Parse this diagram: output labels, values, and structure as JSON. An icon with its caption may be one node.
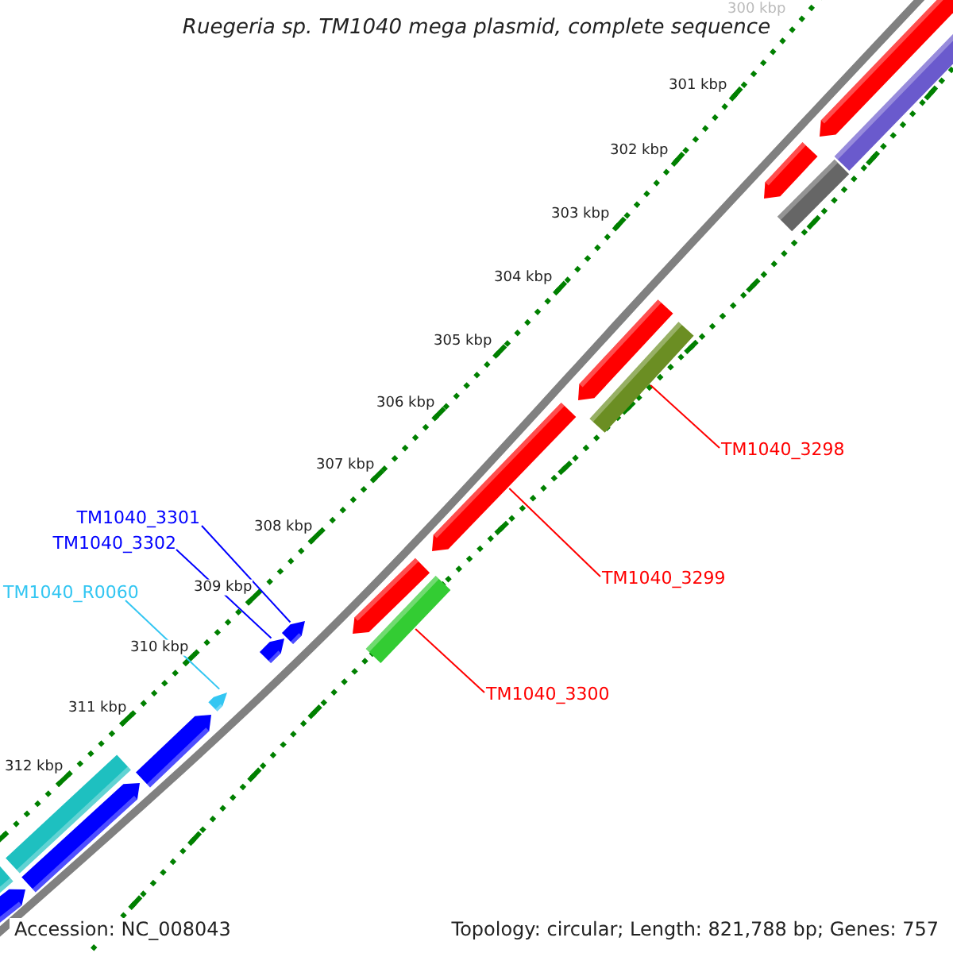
{
  "diagram": {
    "title": "Ruegeria sp. TM1040 mega plasmid, complete sequence",
    "nodes": [
      {
        "text": [
          "TM1040_3298"
        ]
      },
      {
        "text": [
          "TM1040_3301"
        ]
      },
      {
        "text": [
          "TM1040_3302"
        ]
      },
      {
        "text": [
          "TM1040_3299"
        ]
      },
      {
        "text": [
          "TM1040_R0060"
        ]
      },
      {
        "text": [
          "TM1040_3300"
        ]
      },
      {
        "text": [],
        "shape": "bar"
      },
      {
        "text": [],
        "shape": "bar"
      },
      {
        "text": [],
        "shape": "bar"
      },
      {
        "text": [],
        "shape": "bar"
      },
      {
        "text": [],
        "shape": "bar"
      },
      {
        "text": [],
        "shape": "bar"
      }
    ],
    "edges": [
      {
        "from": 0,
        "to": 6,
        "arrow": "none"
      },
      {
        "from": 1,
        "to": 7,
        "arrow": "none",
        "color": "#0000ff"
      },
      {
        "from": 2,
        "to": 8,
        "arrow": "none",
        "color": "#0000ff"
      },
      {
        "from": 3,
        "to": 9,
        "arrow": "none"
      },
      {
        "from": 4,
        "to": 10,
        "arrow": "none",
        "color": "#33c6f2"
      },
      {
        "from": 5,
        "to": 11,
        "arrow": "none"
      }
    ],
    "labels": [
      "300 kbp",
      "301 kbp",
      "302 kbp",
      "303 kbp",
      "304 kbp",
      "305 kbp",
      "306 kbp",
      "307 kbp",
      "308 kbp",
      "309 kbp",
      "310 kbp",
      "311 kbp",
      "312 kbp",
      "Accession: NC_008043",
      "Topology: circular; Length: 821,788 bp; Genes: 757"
    ]
  }
}
